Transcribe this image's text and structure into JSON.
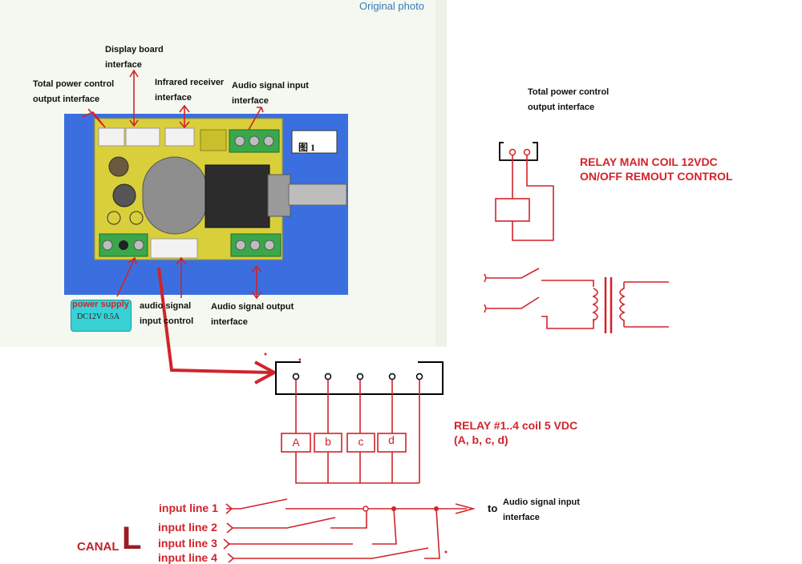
{
  "photo": {
    "caption": "Original photo",
    "figure_label": "图 1",
    "power_supply_label": "power supply",
    "power_supply_spec": "DC12V 0.5A",
    "callouts": {
      "display_board": [
        "Display board",
        "interface"
      ],
      "total_power_control": [
        "Total power control",
        "output interface"
      ],
      "infrared_receiver": [
        "Infrared receiver",
        "interface"
      ],
      "audio_signal_input": [
        "Audio signal input",
        "interface"
      ],
      "audio_signal_input_control": [
        "audio signal",
        "input control"
      ],
      "audio_signal_output": [
        "Audio signal output",
        "interface"
      ]
    }
  },
  "main_relay": {
    "interface_label": [
      "Total power control",
      "output interface"
    ],
    "title": [
      "RELAY MAIN COIL 12VDC",
      "ON/OFF REMOUT CONTROL"
    ]
  },
  "relay_bank": {
    "title": [
      "RELAY #1..4  coil 5 VDC",
      "(A, b, c, d)"
    ],
    "coils": [
      "A",
      "b",
      "c",
      "d"
    ]
  },
  "inputs": {
    "lines": [
      "input line 1",
      "input line 2",
      "input line 3",
      "input line 4"
    ],
    "canal_label": "CANAL",
    "canal_letter": "L",
    "to_label": "to",
    "destination": [
      "Audio signal input",
      "interface"
    ]
  },
  "colors": {
    "annotation_red": "#d2232a",
    "pcb_yellow": "#d9cf3a",
    "photo_backdrop": "#3b6fe0",
    "terminal_green": "#3aa84a",
    "power_supply_box": "#37d1d6"
  }
}
